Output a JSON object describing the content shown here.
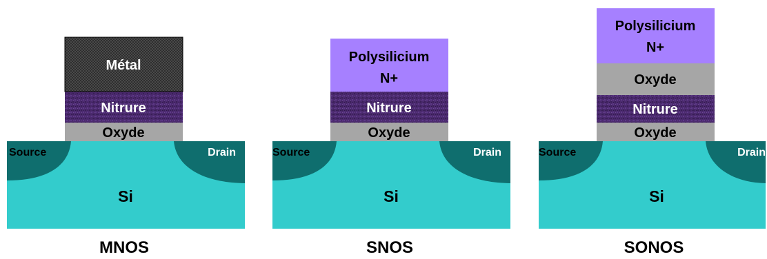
{
  "colors": {
    "substrate": "#33cccc",
    "doped_region": "#0f6e6e",
    "oxide": "#a6a6a6",
    "nitride": "#4b2a6e",
    "polysilicon": "#a680ff",
    "metal": "#3a3a3a",
    "label_dark": "#000000",
    "label_light": "#ffffff"
  },
  "structures": [
    {
      "caption": "MNOS",
      "substrate_label": "Si",
      "source_label": "Source",
      "drain_label": "Drain",
      "gate_layers": [
        {
          "material": "metal",
          "label": "Métal"
        },
        {
          "material": "nitride",
          "label": "Nitrure"
        },
        {
          "material": "oxide",
          "label": "Oxyde"
        }
      ]
    },
    {
      "caption": "SNOS",
      "substrate_label": "Si",
      "source_label": "Source",
      "drain_label": "Drain",
      "gate_layers": [
        {
          "material": "polysilicon",
          "label_line1": "Polysilicium",
          "label_line2": "N+"
        },
        {
          "material": "nitride",
          "label": "Nitrure"
        },
        {
          "material": "oxide",
          "label": "Oxyde"
        }
      ]
    },
    {
      "caption": "SONOS",
      "substrate_label": "Si",
      "source_label": "Source",
      "drain_label": "Drain",
      "gate_layers": [
        {
          "material": "polysilicon",
          "label_line1": "Polysilicium",
          "label_line2": "N+"
        },
        {
          "material": "oxide",
          "label": "Oxyde"
        },
        {
          "material": "nitride",
          "label": "Nitrure"
        },
        {
          "material": "oxide",
          "label": "Oxyde"
        }
      ]
    }
  ]
}
